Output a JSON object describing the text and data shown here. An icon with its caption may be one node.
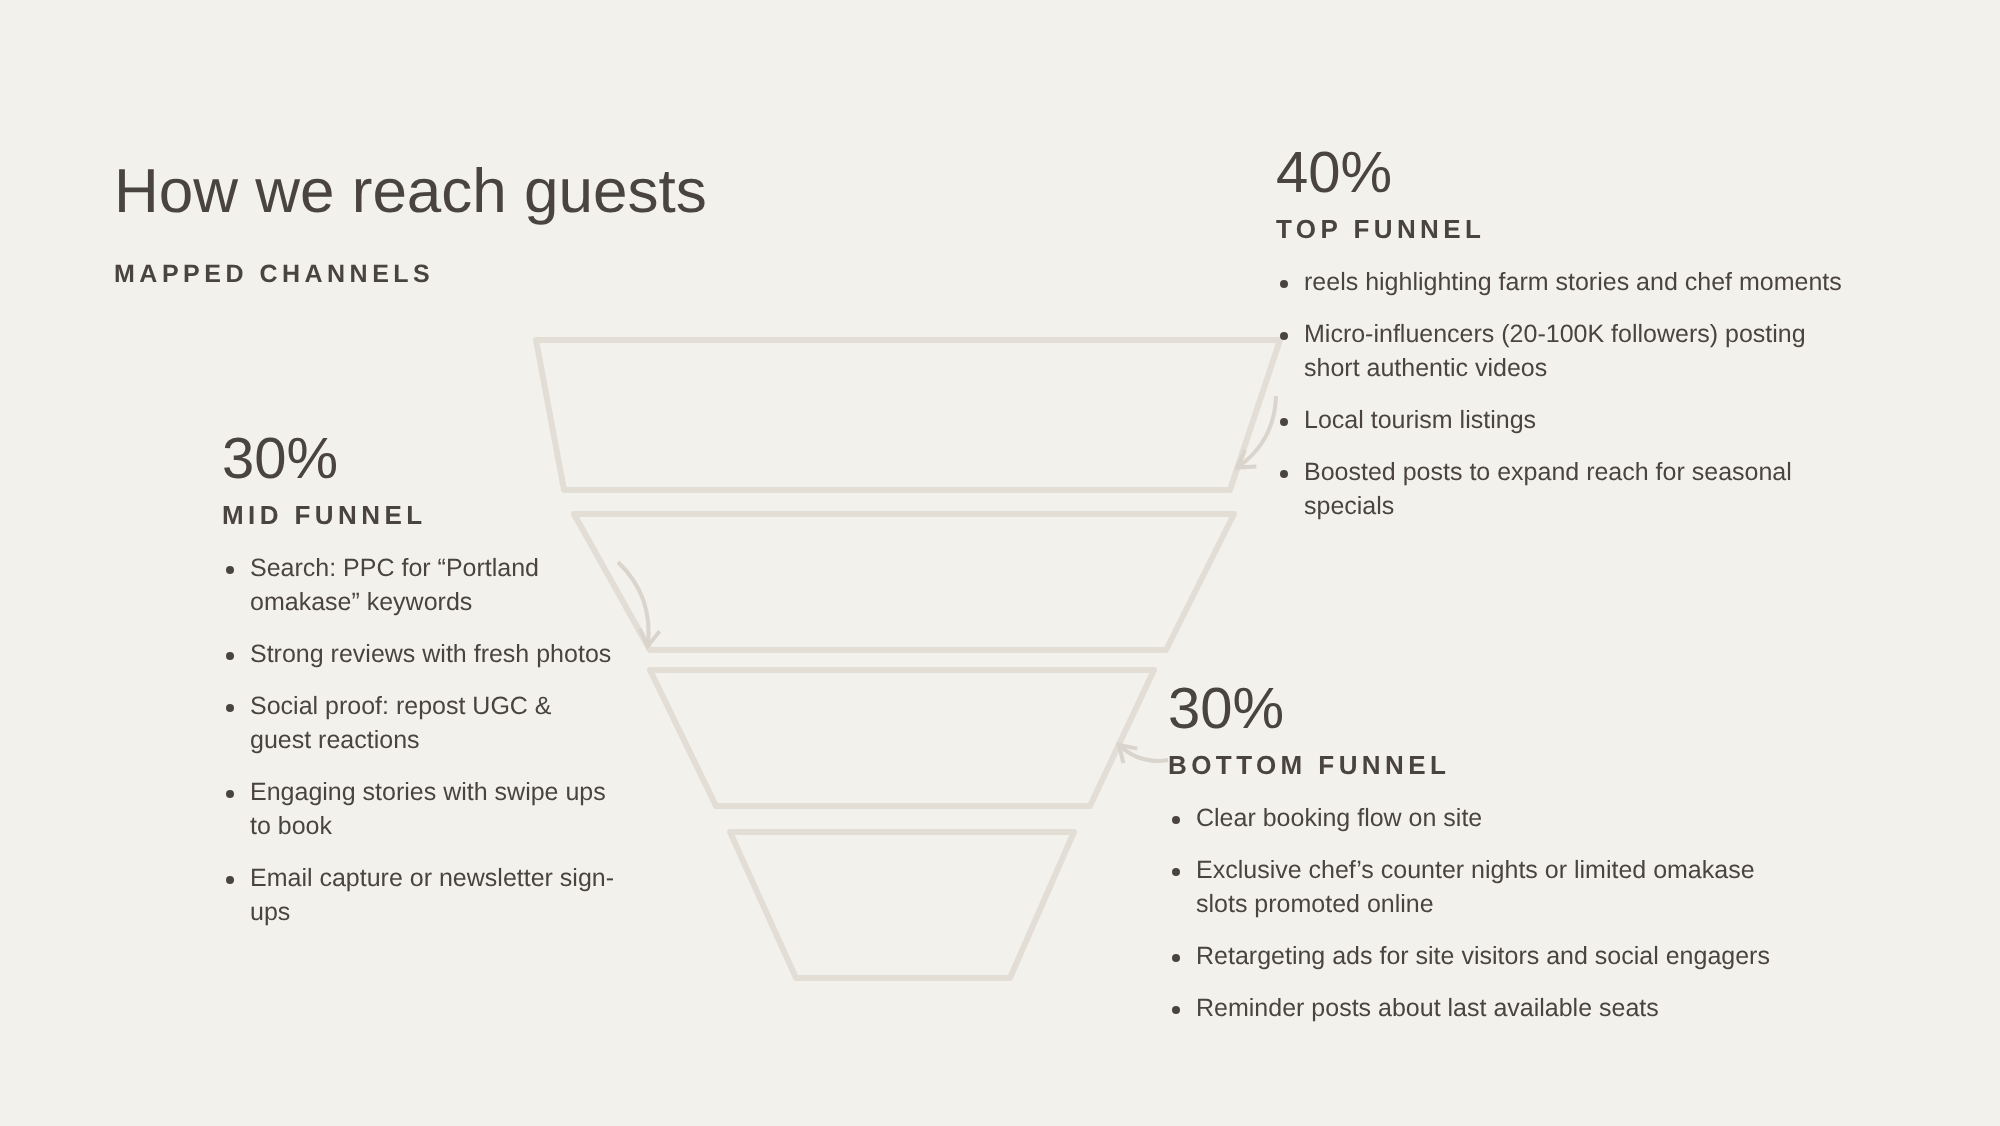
{
  "diagram": {
    "title": "How we reach guests",
    "nodes": [
      {
        "text": [],
        "shape": "trapezoid"
      },
      {
        "text": [],
        "shape": "trapezoid"
      },
      {
        "text": [],
        "shape": "trapezoid"
      },
      {
        "text": [],
        "shape": "trapezoid"
      },
      {
        "text": [
          "40%",
          "TOP FUNNEL",
          "reels highlighting farm stories and chef moments",
          "Micro-influencers (20-100K followers) posting short authentic videos",
          "Local tourism listings",
          "Boosted posts to expand reach for seasonal specials"
        ]
      },
      {
        "text": [
          "30%",
          "MID FUNNEL",
          "Search: PPC for “Portland omakase” keywords",
          "Strong reviews with fresh photos",
          "Social proof: repost UGC & guest reactions",
          "Engaging stories with swipe ups to book",
          "Email capture or newsletter sign-ups"
        ]
      },
      {
        "text": [
          "30%",
          "BOTTOM FUNNEL",
          "Clear booking flow on site",
          "Exclusive chef’s counter nights or limited omakase slots promoted online",
          "Retargeting ads for site visitors and social engagers",
          "Reminder posts about last available seats"
        ]
      }
    ],
    "edges": [
      {
        "from": 4,
        "to": 0,
        "arrow": "to"
      },
      {
        "from": 5,
        "to": 1,
        "arrow": "to"
      },
      {
        "from": 6,
        "to": 2,
        "arrow": "to"
      }
    ],
    "labels": [
      "MAPPED CHANNELS"
    ]
  }
}
